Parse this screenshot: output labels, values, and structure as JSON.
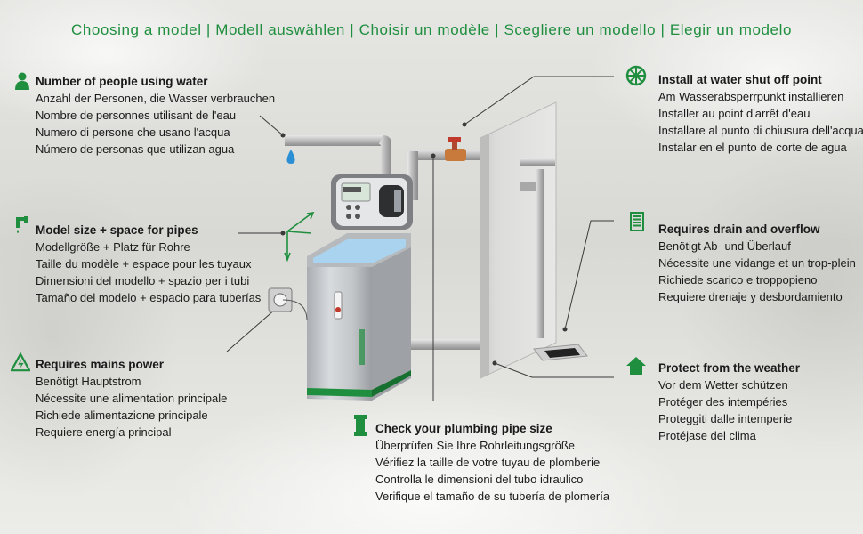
{
  "header": "Choosing a model | Modell auswählen | Choisir un modèle | Scegliere un modello | Elegir un modelo",
  "colors": {
    "accent_green": "#1f8f3f",
    "text": "#1a1a1a"
  },
  "blocks": {
    "people": {
      "icon": "person-icon",
      "title": "Number of people using water",
      "lines": [
        "Anzahl der Personen, die Wasser verbrauchen",
        "Nombre de personnes utilisant de l'eau",
        "Numero di persone che usano l'acqua",
        "Número de personas que utilizan agua"
      ]
    },
    "model_size": {
      "icon": "pipe-tap-icon",
      "title": "Model size + space for pipes",
      "lines": [
        "Modellgröße + Platz für Rohre",
        "Taille du modèle + espace pour les tuyaux",
        "Dimensioni del modello + spazio per i tubi",
        "Tamaño del modelo + espacio para tuberías"
      ]
    },
    "power": {
      "icon": "electric-warning-icon",
      "title": "Requires mains power",
      "lines": [
        "Benötigt Hauptstrom",
        "Nécessite une alimentation principale",
        "Richiede alimentazione principale",
        "Requiere energía principal"
      ]
    },
    "shutoff": {
      "icon": "valve-wheel-icon",
      "title": "Install at water shut off point",
      "lines": [
        "Am Wasserabsperrpunkt installieren",
        "Installer au point d'arrêt d'eau",
        "Installare al punto di chiusura dell'acqua",
        "Instalar en el punto de corte de agua"
      ]
    },
    "drain": {
      "icon": "drain-grate-icon",
      "title": "Requires drain and overflow",
      "lines": [
        "Benötigt Ab- und Überlauf",
        "Nécessite une vidange et un trop-plein",
        "Richiede scarico e troppopieno",
        "Requiere drenaje y desbordamiento"
      ]
    },
    "weather": {
      "icon": "house-icon",
      "title": "Protect from the weather",
      "lines": [
        "Vor dem Wetter schützen",
        "Protéger des intempéries",
        "Proteggiti dalle intemperie",
        "Protéjase del clima"
      ]
    },
    "pipe_size": {
      "icon": "pipe-fitting-icon",
      "title": "Check your plumbing pipe size",
      "lines": [
        "Überprüfen Sie Ihre Rohrleitungsgröße",
        "Vérifiez la taille de votre tuyau de plomberie",
        "Controlla le dimensioni del tubo idraulico",
        "Verifique el tamaño de su tubería de plomería"
      ]
    }
  }
}
